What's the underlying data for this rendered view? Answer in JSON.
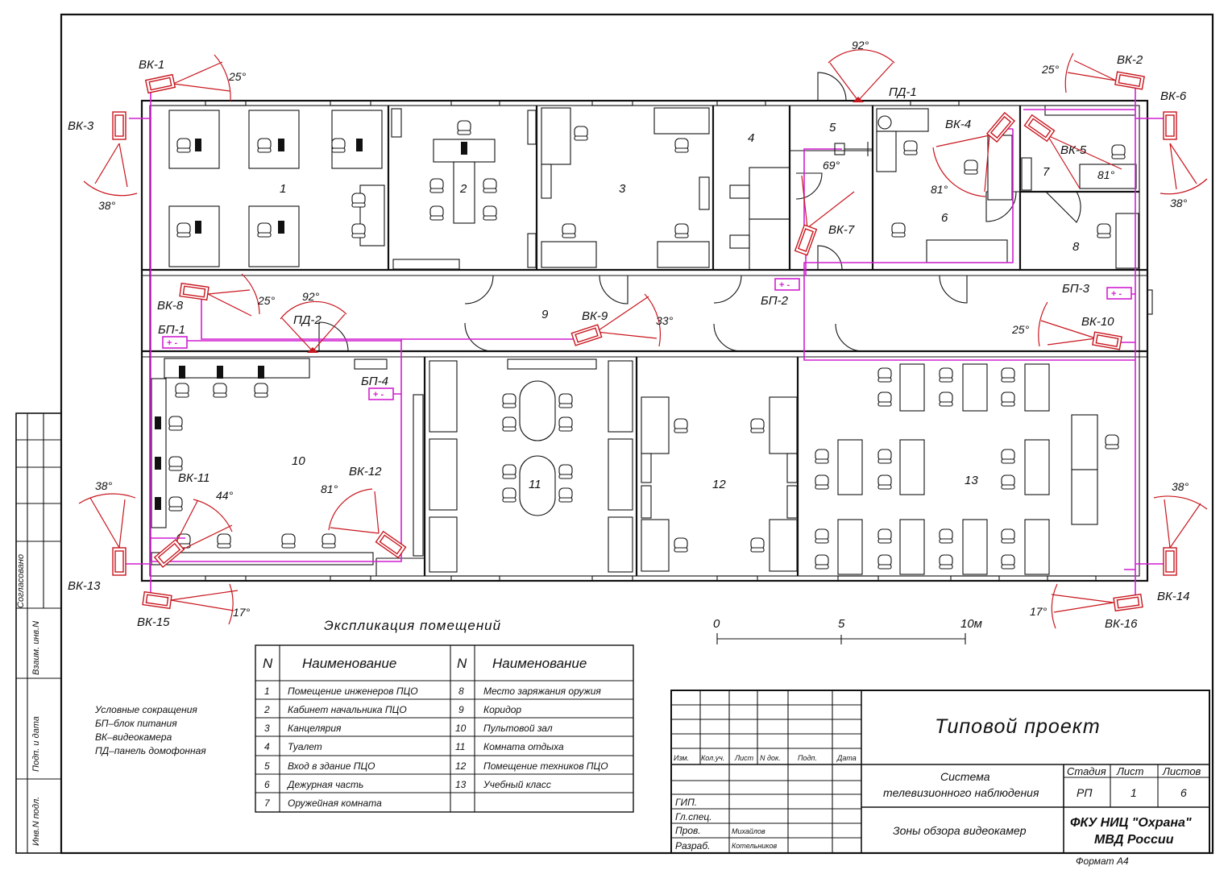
{
  "drawing": {
    "room_numbers": [
      "1",
      "2",
      "3",
      "4",
      "5",
      "6",
      "7",
      "8",
      "9",
      "10",
      "11",
      "12",
      "13"
    ],
    "cameras": [
      {
        "id": "ВК-1",
        "angle": "25°"
      },
      {
        "id": "ВК-2",
        "angle": "25°"
      },
      {
        "id": "ВК-3",
        "angle": "38°"
      },
      {
        "id": "ВК-4",
        "angle": "81°"
      },
      {
        "id": "ВК-5",
        "angle": "81°"
      },
      {
        "id": "ВК-6",
        "angle": "38°"
      },
      {
        "id": "ВК-7",
        "angle": "69°"
      },
      {
        "id": "ВК-8",
        "angle": "25°"
      },
      {
        "id": "ВК-9",
        "angle": "33°"
      },
      {
        "id": "ВК-10",
        "angle": "25°"
      },
      {
        "id": "ВК-11",
        "angle": "44°"
      },
      {
        "id": "ВК-12",
        "angle": "81°"
      },
      {
        "id": "ВК-13",
        "angle": "38°"
      },
      {
        "id": "ВК-14",
        "angle": "38°"
      },
      {
        "id": "ВК-15",
        "angle": "17°"
      },
      {
        "id": "ВК-16",
        "angle": "17°"
      }
    ],
    "intercoms": [
      {
        "id": "ПД-1",
        "angle": "92°"
      },
      {
        "id": "ПД-2",
        "angle": "92°"
      }
    ],
    "power_units": [
      "БП-1",
      "БП-2",
      "БП-3",
      "БП-4"
    ],
    "psu_symbol": "+ -",
    "colors": {
      "camera": "#c8161e",
      "wiring": "#d11fd1",
      "lines": "#111111"
    }
  },
  "scale": {
    "labels": [
      "0",
      "5",
      "10м"
    ]
  },
  "explication": {
    "title": "Экспликация помещений",
    "headers": [
      "N",
      "Наименование",
      "N",
      "Наименование"
    ],
    "left": [
      {
        "n": "1",
        "name": "Помещение инженеров ПЦО"
      },
      {
        "n": "2",
        "name": "Кабинет начальника ПЦО"
      },
      {
        "n": "3",
        "name": "Канцелярия"
      },
      {
        "n": "4",
        "name": "Туалет"
      },
      {
        "n": "5",
        "name": "Вход в здание ПЦО"
      },
      {
        "n": "6",
        "name": "Дежурная часть"
      },
      {
        "n": "7",
        "name": "Оружейная комната"
      }
    ],
    "right": [
      {
        "n": "8",
        "name": "Место заряжания оружия"
      },
      {
        "n": "9",
        "name": "Коридор"
      },
      {
        "n": "10",
        "name": "Пультовой зал"
      },
      {
        "n": "11",
        "name": "Комната отдыха"
      },
      {
        "n": "12",
        "name": "Помещение техников ПЦО"
      },
      {
        "n": "13",
        "name": "Учебный класс"
      }
    ]
  },
  "abbreviations": {
    "title": "Условные сокращения",
    "items": [
      "БП–блок питания",
      "ВК–видеокамера",
      "ПД–панель домофонная"
    ]
  },
  "side_stamp": {
    "labels": [
      "Согласовано",
      "Взаим. инв.N",
      "Подп. и дата",
      "Инв.N подл."
    ]
  },
  "title_block": {
    "project": "Типовой проект",
    "system_line1": "Система",
    "system_line2": "телевизионного наблюдения",
    "sheet_name": "Зоны обзора видеокамер",
    "organization_line1": "ФКУ НИЦ \"Охрана\"",
    "organization_line2": "МВД России",
    "format": "Формат А4",
    "revision_headers": [
      "Изм.",
      "Кол.уч.",
      "Лист",
      "N док.",
      "Подп.",
      "Дата"
    ],
    "stage_headers": [
      "Стадия",
      "Лист",
      "Листов"
    ],
    "stage_values": [
      "РП",
      "1",
      "6"
    ],
    "roles": [
      {
        "role": "ГИП.",
        "name": ""
      },
      {
        "role": "Гл.спец.",
        "name": ""
      },
      {
        "role": "Пров.",
        "name": "Михайлов"
      },
      {
        "role": "Разраб.",
        "name": "Котельников"
      }
    ]
  }
}
